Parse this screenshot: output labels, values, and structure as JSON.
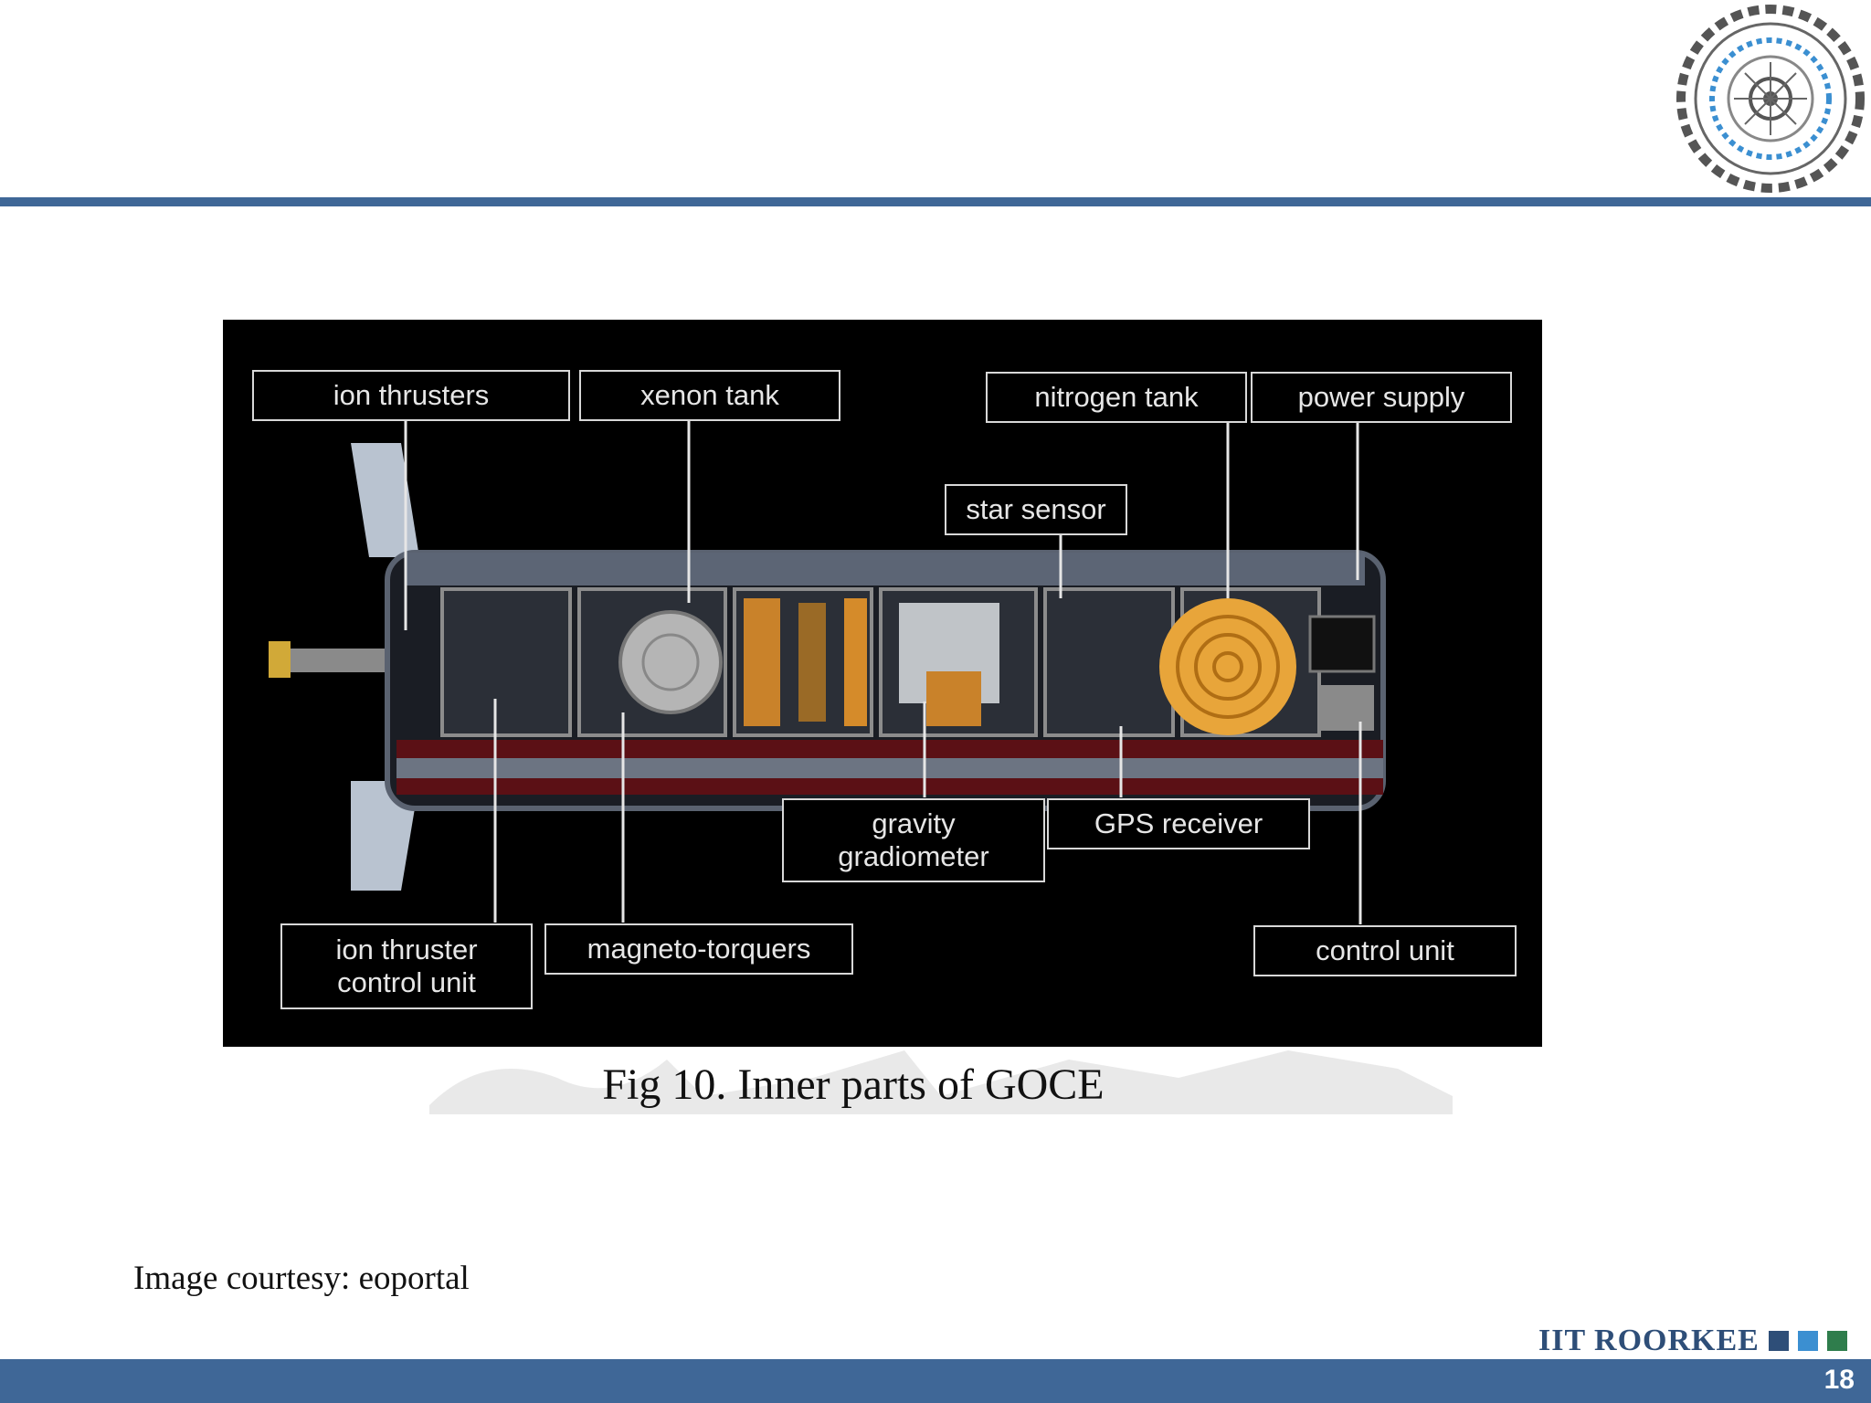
{
  "figure": {
    "labels": {
      "ion_thrusters": "ion thrusters",
      "xenon_tank": "xenon tank",
      "nitrogen_tank": "nitrogen tank",
      "power_supply": "power supply",
      "star_sensor": "star sensor",
      "gravity_gradiometer": "gravity\ngradiometer",
      "gps_receiver": "GPS receiver",
      "ion_thruster_control_unit": "ion thruster\ncontrol unit",
      "magneto_torquers": "magneto-torquers",
      "control_unit": "control unit"
    }
  },
  "caption": "Fig 10.  Inner parts of GOCE",
  "courtesy": "Image courtesy: eoportal",
  "footer": {
    "brand": "IIT ROORKEE",
    "page_number": "18"
  },
  "colors": {
    "accent_bar": "#3f6797",
    "brand_text": "#2e4e78",
    "square_1": "#2e4e78",
    "square_2": "#3b8fd1",
    "square_3": "#2f7d4c"
  }
}
